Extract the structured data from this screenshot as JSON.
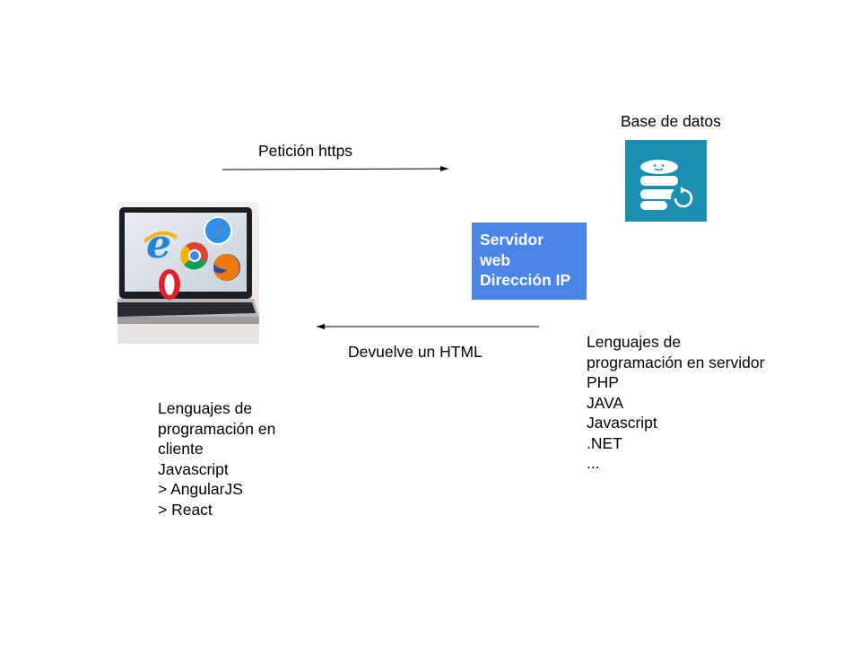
{
  "db": {
    "title": "Base de datos",
    "icon": "database-sync-icon",
    "color": "#1a8fb2"
  },
  "request": {
    "label": "Petición https"
  },
  "response": {
    "label": "Devuelve un HTML"
  },
  "server": {
    "lines": [
      "Servidor",
      "web",
      "Dirección IP"
    ],
    "color": "#4a86e8"
  },
  "client": {
    "image": "laptop-browsers-icon",
    "lines": [
      "Lenguajes de",
      "programación en",
      "cliente",
      "Javascript",
      "> AngularJS",
      "> React"
    ]
  },
  "server_languages": {
    "lines": [
      "Lenguajes de",
      "programación en servidor",
      "PHP",
      "JAVA",
      "Javascript",
      ".NET",
      "..."
    ]
  }
}
